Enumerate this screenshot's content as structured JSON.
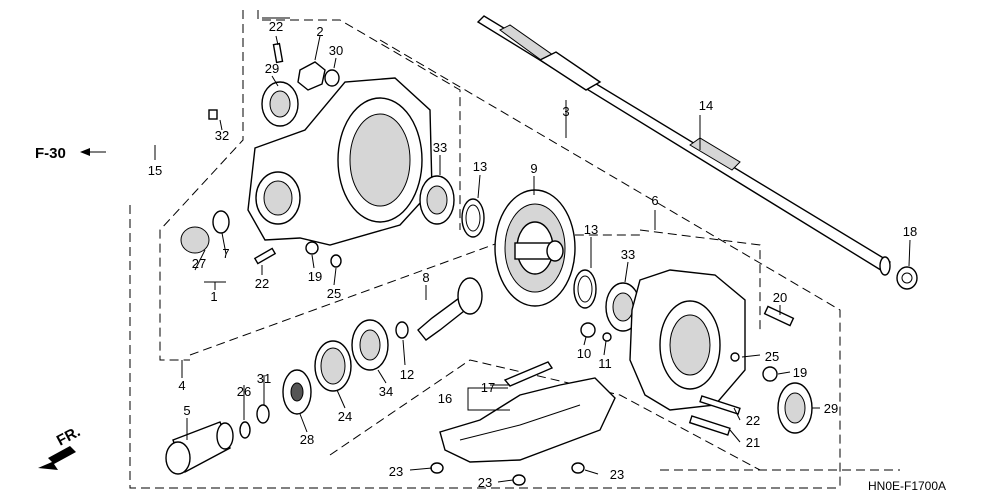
{
  "diagram": {
    "direction_label": "F-30",
    "front_label": "FR.",
    "drawing_code": "HN0E-F1700A",
    "callouts": {
      "c1": "1",
      "c2": "2",
      "c3": "3",
      "c4": "4",
      "c5": "5",
      "c6": "6",
      "c7": "7",
      "c8": "8",
      "c9": "9",
      "c10": "10",
      "c11": "11",
      "c12": "12",
      "c13a": "13",
      "c13b": "13",
      "c14": "14",
      "c15": "15",
      "c16": "16",
      "c17": "17",
      "c18": "18",
      "c19a": "19",
      "c19b": "19",
      "c20": "20",
      "c21": "21",
      "c22a": "22",
      "c22b": "22",
      "c22c": "22",
      "c23a": "23",
      "c23b": "23",
      "c23c": "23",
      "c24": "24",
      "c25a": "25",
      "c25b": "25",
      "c26": "26",
      "c27": "27",
      "c28": "28",
      "c29a": "29",
      "c29b": "29",
      "c30": "30",
      "c31": "31",
      "c32": "32",
      "c33a": "33",
      "c33b": "33",
      "c34": "34"
    }
  }
}
